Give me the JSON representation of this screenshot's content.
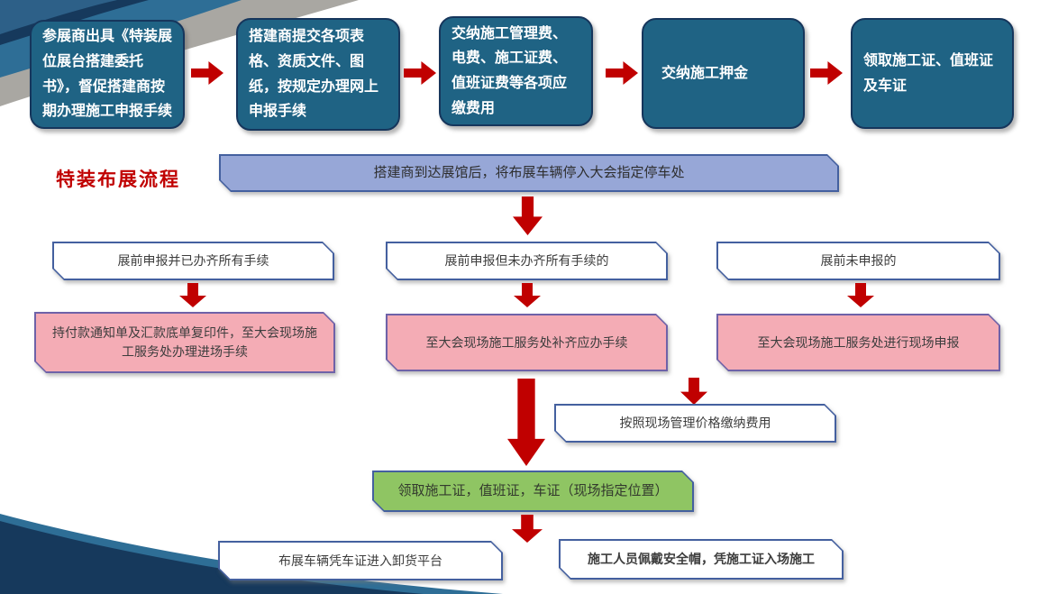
{
  "title": "特装布展流程",
  "colors": {
    "accent_red": "#C00000",
    "teal_fill": "#1F6384",
    "teal_border": "#16365C",
    "banner_fill": "#97A7D7",
    "box_border": "#44609F",
    "pink_fill": "#F4ACB5",
    "pink_border": "#6E62A8",
    "green_fill": "#8FC563",
    "band_gray": "#A9A7A2",
    "band_steel": "#2E6E96",
    "band_navy": "#16395C",
    "band_corner": "#2D6088"
  },
  "top_flow": [
    {
      "label": "参展商出具《特装展位展台搭建委托书》，督促搭建商按期办理施工申报手续"
    },
    {
      "label": "搭建商提交各项表格、资质文件、图纸，按规定办理网上申报手续"
    },
    {
      "label": "交纳施工管理费、电费、施工证费、值班证费等各项应缴费用"
    },
    {
      "label": "交纳施工押金"
    },
    {
      "label": "领取施工证、值班证及车证"
    }
  ],
  "banner": "搭建商到达展馆后，将布展车辆停入大会指定停车处",
  "branches": [
    {
      "label": "展前申报并已办齐所有手续"
    },
    {
      "label": "展前申报但未办齐所有手续的"
    },
    {
      "label": "展前未申报的"
    }
  ],
  "branch_actions": [
    {
      "label": "持付款通知单及汇款底单复印件，至大会现场施工服务处办理进场手续"
    },
    {
      "label": "至大会现场施工服务处补齐应办手续"
    },
    {
      "label": "至大会现场施工服务处进行现场申报"
    }
  ],
  "fee_box": "按照现场管理价格缴纳费用",
  "green_box": "领取施工证，值班证，车证（现场指定位置）",
  "bottom_left_box": "布展车辆凭车证进入卸货平台",
  "bottom_right_box": "施工人员佩戴安全帽，凭施工证入场施工"
}
